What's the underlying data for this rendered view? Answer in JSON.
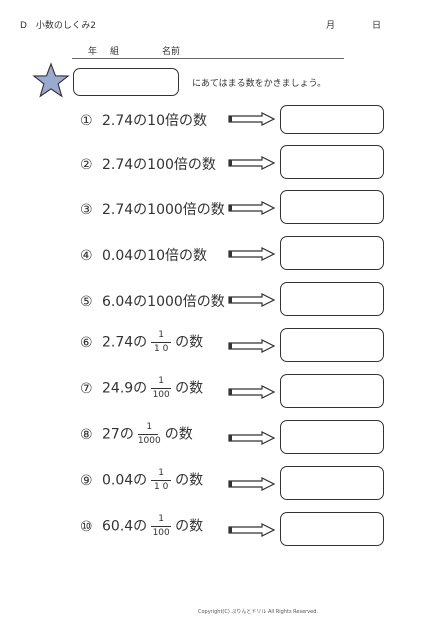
{
  "header": {
    "title": "D　小数のしくみ2",
    "month": "月",
    "day": "日"
  },
  "name_row": {
    "nen": "年",
    "kumi": "組",
    "namae": "名前"
  },
  "instruction": "にあてはまる数をかきましょう。",
  "questions": [
    {
      "num": "①",
      "text": "2.74の10倍の数"
    },
    {
      "num": "②",
      "text": "2.74の100倍の数"
    },
    {
      "num": "③",
      "text": "2.74の1000倍の数"
    },
    {
      "num": "④",
      "text": "0.04の10倍の数"
    },
    {
      "num": "⑤",
      "text": "6.04の1000倍の数"
    },
    {
      "num": "⑥",
      "pre": "2.74の",
      "numerator": "1",
      "denominator": "1 0",
      "post": "の数"
    },
    {
      "num": "⑦",
      "pre": "24.9の",
      "numerator": "1",
      "denominator": "100",
      "post": "の数"
    },
    {
      "num": "⑧",
      "pre": "27の",
      "numerator": "1",
      "denominator": "1000",
      "post": "の数"
    },
    {
      "num": "⑨",
      "pre": "0.04の",
      "numerator": "1",
      "denominator": "1 0",
      "post": "の数"
    },
    {
      "num": "⑩",
      "pre": "60.4の",
      "numerator": "1",
      "denominator": "100",
      "post": "の数"
    }
  ],
  "footer": "Copyright(C) ぷりんとドリル All Rights Reserved."
}
